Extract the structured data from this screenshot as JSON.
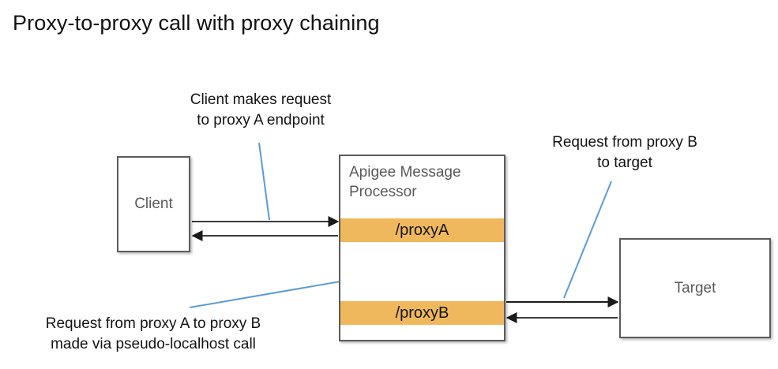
{
  "title": "Proxy-to-proxy call with proxy chaining",
  "colors": {
    "band_orange": "#efb85c",
    "box_border": "#5b5b5f",
    "node_text": "#595959",
    "arrow": "#1a1a1a",
    "leader_line": "#5b9bd5",
    "title_text": "#111111"
  },
  "nodes": {
    "client": {
      "label": "Client"
    },
    "target": {
      "label": "Target"
    },
    "message_processor": {
      "title": "Apigee Message\nProcessor",
      "bands": [
        {
          "label": "/proxyA"
        },
        {
          "label": "/proxyB"
        }
      ]
    }
  },
  "annotations": [
    {
      "id": "client-request",
      "text": "Client makes request\nto proxy A endpoint"
    },
    {
      "id": "target-request",
      "text": "Request from proxy B\nto target"
    },
    {
      "id": "proxy-chaining",
      "text": "Request from proxy A to proxy B\nmade via pseudo-localhost call"
    }
  ],
  "connectors": [
    {
      "name": "client-to-proxya",
      "direction": "right"
    },
    {
      "name": "proxya-to-client",
      "direction": "left"
    },
    {
      "name": "proxyb-to-proxya",
      "direction": "up"
    },
    {
      "name": "proxya-to-proxyb",
      "direction": "down"
    },
    {
      "name": "proxyb-to-target",
      "direction": "right"
    },
    {
      "name": "target-to-proxyb",
      "direction": "left"
    }
  ]
}
